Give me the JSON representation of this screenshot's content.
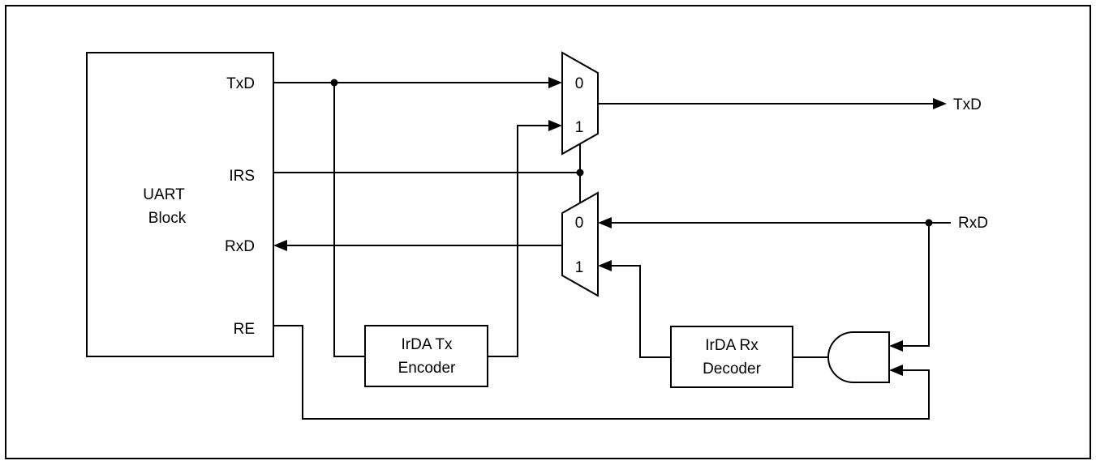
{
  "uart": {
    "title_line1": "UART",
    "title_line2": "Block"
  },
  "ports": {
    "txd": "TxD",
    "irs": "IRS",
    "rxd": "RxD",
    "re": "RE"
  },
  "outputs": {
    "txd": "TxD",
    "rxd": "RxD"
  },
  "mux_top": {
    "input0": "0",
    "input1": "1"
  },
  "mux_bottom": {
    "input0": "0",
    "input1": "1"
  },
  "encoder": {
    "line1": "IrDA Tx",
    "line2": "Encoder"
  },
  "decoder": {
    "line1": "IrDA Rx",
    "line2": "Decoder"
  }
}
